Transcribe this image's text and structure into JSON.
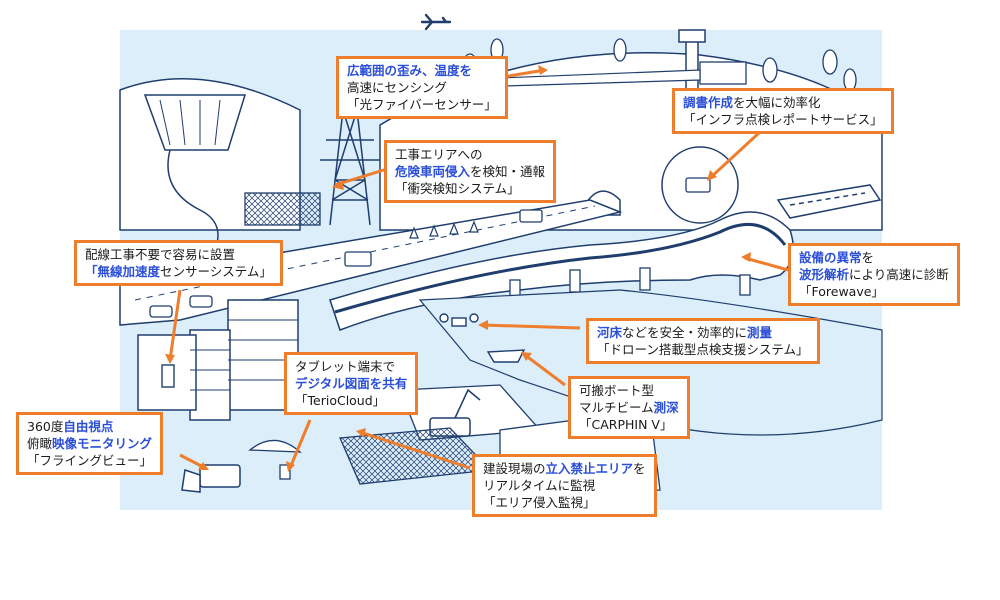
{
  "colors": {
    "accent_orange": "#ee7d2c",
    "highlight_blue": "#2b4fd6",
    "sky_blue": "#dbeefa",
    "line_navy": "#1f3e6e"
  },
  "callouts": {
    "optical_fiber": [
      [
        "広範囲の歪み",
        "温度を"
      ],
      [
        "高速にセンシング"
      ],
      [
        "「光ファイバーセンサー」"
      ]
    ],
    "collision_detection": [
      [
        "工事エリアへの"
      ],
      [
        "危険車両侵入",
        "を検知・通報"
      ],
      [
        "「衝突検知システム」"
      ]
    ],
    "report_service": [
      [
        "調書作成",
        "を大幅に効率化"
      ],
      [
        "「インフラ点検レポートサービス」"
      ]
    ],
    "wireless_accel": [
      [
        "配線工事不要で容易に設置"
      ],
      [
        "「無線加速度",
        "センサーシステム」"
      ]
    ],
    "forewave": [
      [
        "設備の異常",
        "を"
      ],
      [
        "波形解析",
        "により高速に診断"
      ],
      [
        "「Forewave」"
      ]
    ],
    "drone": [
      [
        "河床",
        "などを安全・効率的に",
        "測量"
      ],
      [
        "「ドローン搭載型点検支援システム」"
      ]
    ],
    "teriocloud": [
      [
        "タブレット端末で"
      ],
      [
        "デジタル図面を共有"
      ],
      [
        "「TerioCloud」"
      ]
    ],
    "carphin": [
      [
        "可搬ボート型"
      ],
      [
        "マルチビーム",
        "測深"
      ],
      [
        "「CARPHIN Ⅴ」"
      ]
    ],
    "flyingview": [
      [
        "360度",
        "自由視点"
      ],
      [
        "俯瞰",
        "映像モニタリング"
      ],
      [
        "「フライングビュー」"
      ]
    ],
    "area_intrusion": [
      [
        "建設現場の",
        "立入禁止エリア",
        "を"
      ],
      [
        "リアルタイムに監視"
      ],
      [
        "「エリア侵入監視」"
      ]
    ]
  }
}
